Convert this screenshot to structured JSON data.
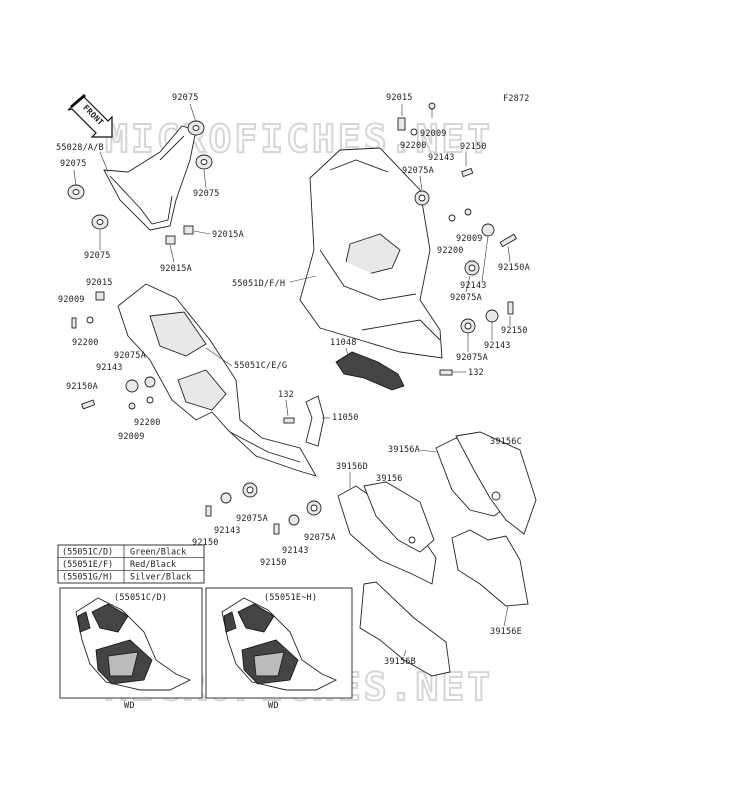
{
  "figure_code": "F2872",
  "watermark": "MICROFICHES.NET",
  "front_label": "FRONT",
  "parts": {
    "p92075_a": "92075",
    "p55028": "55028/A/B",
    "p92075_b": "92075",
    "p92075_c": "92075",
    "p92075_d": "92075",
    "p92015a_a": "92015A",
    "p92015a_b": "92015A",
    "p92015_a": "92015",
    "p92009_a": "92009",
    "p92200_a": "92200",
    "p92150_a": "92150",
    "p92143_a": "92143",
    "p92075a_a": "92075A",
    "p55051dfh": "55051D/F/H",
    "p92009_b": "92009",
    "p92200_b": "92200",
    "p92150a_a": "92150A",
    "p92143_b": "92143",
    "p92075a_b": "92075A",
    "p92150_b": "92150",
    "p92143_c": "92143",
    "p92075a_c": "92075A",
    "p11048": "11048",
    "p132_a": "132",
    "p92015_b": "92015",
    "p92009_c": "92009",
    "p92200_c": "92200",
    "p92075a_d": "92075A",
    "p92143_d": "92143",
    "p55051ceg": "55051C/E/G",
    "p92150a_b": "92150A",
    "p92200_d": "92200",
    "p92009_d": "92009",
    "p132_b": "132",
    "p11050": "11050",
    "p92075a_e": "92075A",
    "p92143_e": "92143",
    "p92150_c": "92150",
    "p92143_f": "92143",
    "p92075a_f": "92075A",
    "p92150_d": "92150",
    "p39156a": "39156A",
    "p39156c": "39156C",
    "p39156d": "39156D",
    "p39156": "39156",
    "p39156e": "39156E",
    "p39156b": "39156B"
  },
  "color_table": [
    {
      "code": "(55051C/D)",
      "color": "Green/Black"
    },
    {
      "code": "(55051E/F)",
      "color": "Red/Black"
    },
    {
      "code": "(55051G/H)",
      "color": "Silver/Black"
    }
  ],
  "insets": [
    {
      "caption": "(55051C/D)",
      "note": "WD"
    },
    {
      "caption": "(55051E~H)",
      "note": "WD"
    }
  ]
}
